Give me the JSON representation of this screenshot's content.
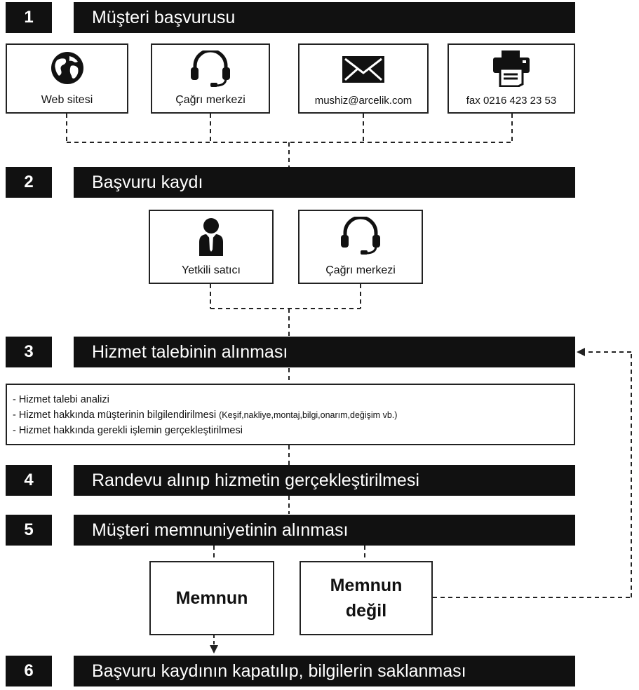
{
  "steps": [
    {
      "number": "1",
      "title": "Müşteri başvurusu"
    },
    {
      "number": "2",
      "title": "Başvuru kaydı"
    },
    {
      "number": "3",
      "title": "Hizmet talebinin alınması"
    },
    {
      "number": "4",
      "title": "Randevu alınıp hizmetin gerçekleştirilmesi"
    },
    {
      "number": "5",
      "title": "Müşteri memnuniyetinin alınması"
    },
    {
      "number": "6",
      "title": "Başvuru kaydının kapatılıp, bilgilerin saklanması"
    }
  ],
  "channels": [
    {
      "label": "Web sitesi",
      "icon": "globe-icon"
    },
    {
      "label": "Çağrı merkezi",
      "icon": "headset-icon"
    },
    {
      "label": "mushiz@arcelik.com",
      "icon": "envelope-icon"
    },
    {
      "label": "fax 0216 423 23 53",
      "icon": "fax-icon"
    }
  ],
  "registration": [
    {
      "label": "Yetkili satıcı",
      "icon": "person-icon"
    },
    {
      "label": "Çağrı merkezi",
      "icon": "headset-icon"
    }
  ],
  "service_details": {
    "line1": "- Hizmet talebi analizi",
    "line2": "- Hizmet hakkında müşterinin bilgilendirilmesi",
    "line2_note": "(Keşif,nakliye,montaj,bilgi,onarım,değişim vb.)",
    "line3": "- Hizmet hakkında gerekli işlemin gerçekleştirilmesi"
  },
  "outcomes": {
    "satisfied": "Memnun",
    "not_satisfied_line1": "Memnun",
    "not_satisfied_line2": "değil"
  }
}
